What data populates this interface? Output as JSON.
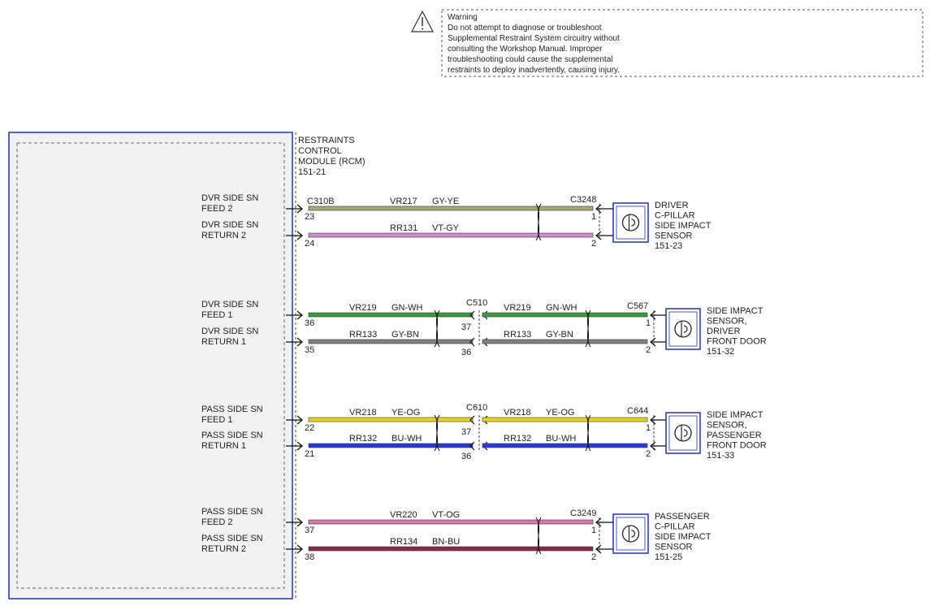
{
  "warning": {
    "title": "Warning",
    "lines": [
      "Do not attempt to diagnose or troubleshoot",
      "Supplemental Restraint System circuitry without",
      "consulting the Workshop Manual. Improper",
      "troubleshooting could cause the supplemental",
      "restraints to deploy inadvertently, causing injury."
    ]
  },
  "module": {
    "name_lines": [
      "RESTRAINTS",
      "CONTROL",
      "MODULE (RCM)",
      "151-21"
    ],
    "connector": "C310B"
  },
  "colors": {
    "GY-YE": "#a8a878",
    "VT-GY": "#d28ad2",
    "GN-WH": "#3a9a3a",
    "GY-BN": "#808080",
    "YE-OG": "#e6d620",
    "BU-WH": "#2a3adc",
    "VT-OG": "#d87ab0",
    "BN-BU": "#8a2a4a",
    "module_border": "#2233aa"
  },
  "groups": [
    {
      "sensor_lines": [
        "DRIVER",
        "C-PILLAR",
        "SIDE IMPACT",
        "SENSOR",
        "151-23"
      ],
      "end_connector": "C3248",
      "mid_connector": "",
      "circuits": [
        {
          "label": [
            "DVR SIDE SN",
            "FEED 2"
          ],
          "module_pin": "23",
          "circuit": "VR217",
          "color": "GY-YE",
          "mid_pin": "",
          "sensor_pin": "1"
        },
        {
          "label": [
            "DVR SIDE SN",
            "RETURN 2"
          ],
          "module_pin": "24",
          "circuit": "RR131",
          "color": "VT-GY",
          "mid_pin": "",
          "sensor_pin": "2"
        }
      ]
    },
    {
      "sensor_lines": [
        "SIDE IMPACT",
        "SENSOR,",
        "DRIVER",
        "FRONT DOOR",
        "151-32"
      ],
      "end_connector": "C567",
      "mid_connector": "C510",
      "circuits": [
        {
          "label": [
            "DVR SIDE SN",
            "FEED 1"
          ],
          "module_pin": "36",
          "circuit": "VR219",
          "color": "GN-WH",
          "mid_pin": "37",
          "sensor_pin": "1"
        },
        {
          "label": [
            "DVR SIDE SN",
            "RETURN 1"
          ],
          "module_pin": "35",
          "circuit": "RR133",
          "color": "GY-BN",
          "mid_pin": "36",
          "sensor_pin": "2"
        }
      ]
    },
    {
      "sensor_lines": [
        "SIDE IMPACT",
        "SENSOR,",
        "PASSENGER",
        "FRONT DOOR",
        "151-33"
      ],
      "end_connector": "C644",
      "mid_connector": "C610",
      "circuits": [
        {
          "label": [
            "PASS SIDE SN",
            "FEED 1"
          ],
          "module_pin": "22",
          "circuit": "VR218",
          "color": "YE-OG",
          "mid_pin": "37",
          "sensor_pin": "1"
        },
        {
          "label": [
            "PASS SIDE SN",
            "RETURN 1"
          ],
          "module_pin": "21",
          "circuit": "RR132",
          "color": "BU-WH",
          "mid_pin": "36",
          "sensor_pin": "2"
        }
      ]
    },
    {
      "sensor_lines": [
        "PASSENGER",
        "C-PILLAR",
        "SIDE IMPACT",
        "SENSOR",
        "151-25"
      ],
      "end_connector": "C3249",
      "mid_connector": "",
      "circuits": [
        {
          "label": [
            "PASS SIDE SN",
            "FEED 2"
          ],
          "module_pin": "37",
          "circuit": "VR220",
          "color": "VT-OG",
          "mid_pin": "",
          "sensor_pin": "1"
        },
        {
          "label": [
            "PASS SIDE SN",
            "RETURN 2"
          ],
          "module_pin": "38",
          "circuit": "RR134",
          "color": "BN-BU",
          "mid_pin": "",
          "sensor_pin": "2"
        }
      ]
    }
  ]
}
